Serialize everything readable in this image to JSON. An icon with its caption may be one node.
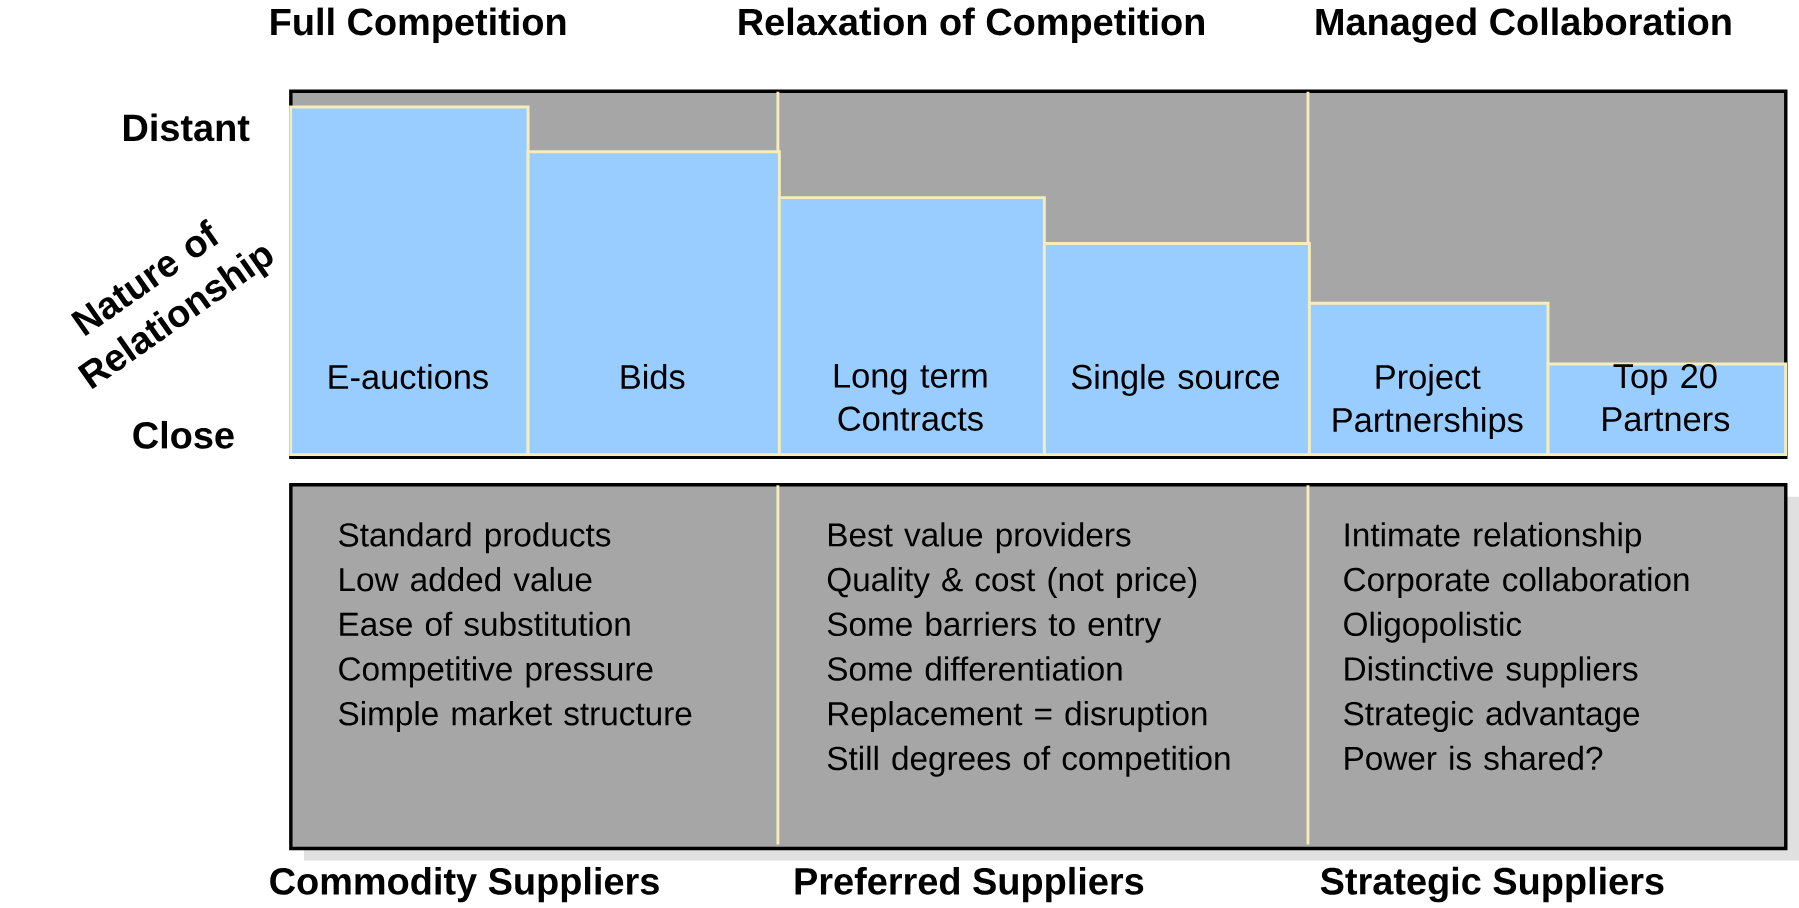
{
  "diagram": {
    "nodes": [
      {
        "text": [],
        "shape": "box"
      },
      {
        "text": [
          "E-auctions"
        ],
        "in": 0
      },
      {
        "text": [
          "Bids"
        ],
        "in": 0
      },
      {
        "text": [
          "Long term Contracts"
        ],
        "in": 0
      },
      {
        "text": [
          "Single source"
        ],
        "in": 0
      },
      {
        "text": [
          "Project Partnerships"
        ],
        "in": 0
      },
      {
        "text": [
          "Top 20 Partners"
        ],
        "in": 0
      },
      {
        "text": [],
        "shape": "box"
      },
      {
        "text": [
          "Standard products",
          "Low added value",
          "Ease of substitution",
          "Competitive pressure",
          "Simple market structure"
        ],
        "in": 7
      },
      {
        "text": [
          "Best value providers",
          "Quality & cost (not price)",
          "Some barriers to entry",
          "Some differentiation",
          "Replacement = disruption",
          "Still degrees of competition"
        ],
        "in": 7
      },
      {
        "text": [
          "Intimate relationship",
          "Corporate collaboration",
          "Oligopolistic",
          "Distinctive suppliers",
          "Strategic advantage",
          "Power is shared?"
        ],
        "in": 7
      }
    ],
    "labels": [
      "Full Competition",
      "Relaxation of Competition",
      "Managed Collaboration",
      "Distant",
      "Nature of Relationship",
      "Close",
      "Commodity Suppliers",
      "Preferred Suppliers",
      "Strategic Suppliers"
    ]
  }
}
